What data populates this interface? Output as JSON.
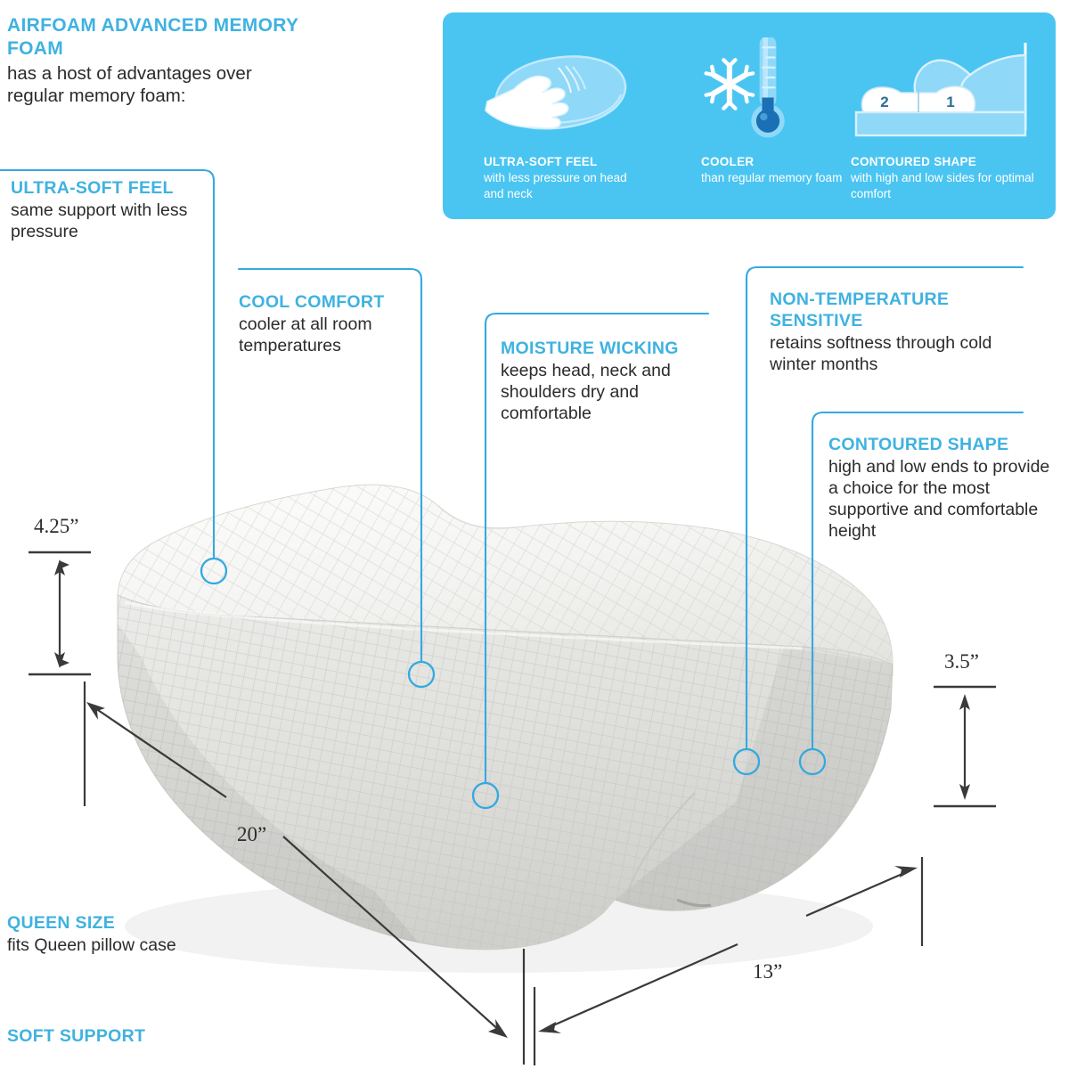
{
  "intro": {
    "heading": "AirFoam Advanced Memory Foam",
    "body": "has a host of advantages over regular memory foam:"
  },
  "banner": {
    "background_color": "#4ac5f2",
    "text_color": "#ffffff",
    "columns": [
      {
        "icon": "hand-pressing-pillow-icon",
        "heading": "Ultra-Soft Feel",
        "body": "with less pressure on head and neck"
      },
      {
        "icon": "snowflake-thermometer-icon",
        "heading": "Cooler",
        "body": "than regular memory foam"
      },
      {
        "icon": "head-on-contoured-pillow-icon",
        "heading": "Contoured Shape",
        "body": "with high and low sides for optimal comfort",
        "pillow_lobe_labels": [
          "2",
          "1"
        ]
      }
    ]
  },
  "callouts": [
    {
      "id": "ultra-soft-feel",
      "heading": "Ultra-Soft Feel",
      "body": "same support with less pressure"
    },
    {
      "id": "cool-comfort",
      "heading": "Cool Comfort",
      "body": "cooler at all room temperatures"
    },
    {
      "id": "moisture-wicking",
      "heading": "Moisture Wicking",
      "body": "keeps head, neck and shoulders dry and comfortable"
    },
    {
      "id": "non-temperature-sensitive",
      "heading": "Non-Temperature Sensitive",
      "body": "retains softness through cold winter months"
    },
    {
      "id": "contoured-shape",
      "heading": "Contoured Shape",
      "body": "high and low ends to provide a choice for the most supportive and comfortable height"
    },
    {
      "id": "queen-size",
      "heading": "Queen Size",
      "body": "fits Queen pillow case"
    },
    {
      "id": "soft-support",
      "heading": "Soft Support",
      "body": ""
    }
  ],
  "dimensions": {
    "height_high_end": "4.25”",
    "height_low_end": "3.5”",
    "length": "20”",
    "width": "13”"
  },
  "colors": {
    "accent_blue": "#3fb2e0",
    "banner_blue": "#4ac5f2",
    "line_blue": "#34a9e0",
    "text_dark": "#2b2b2b",
    "dimension_line": "#3a3a3a"
  },
  "product": {
    "image": "contoured-memory-foam-pillow-photo"
  }
}
